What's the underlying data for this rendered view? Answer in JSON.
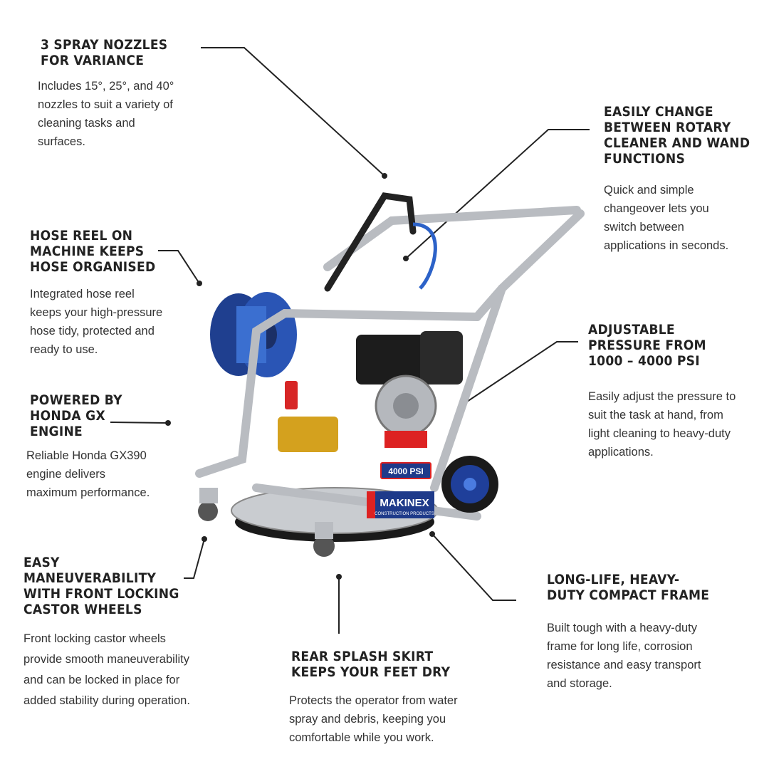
{
  "features": {
    "nozzles": {
      "heading": "3 SPRAY NOZZLES\nFOR VARIANCE",
      "desc": "Includes 15°, 25°, and 40°\nnozzles to suit a variety of\ncleaning tasks and\nsurfaces."
    },
    "rotary": {
      "heading": "EASILY CHANGE\nBETWEEN ROTARY\nCLEANER AND WAND\nFUNCTIONS",
      "desc": "Quick and simple\nchangeover lets you\nswitch between\napplications in seconds."
    },
    "hose_reel": {
      "heading": "HOSE REEL ON\nMACHINE KEEPS\nHOSE ORGANISED",
      "desc": "Integrated hose reel\nkeeps your high-pressure\nhose tidy, protected and\nready to use."
    },
    "pressure": {
      "heading": "ADJUSTABLE\nPRESSURE FROM\n1000 – 4000 PSI",
      "desc": "Easily adjust the pressure to\nsuit the task at hand, from\nlight cleaning to heavy-duty\napplications."
    },
    "engine": {
      "heading": "POWERED BY\nHONDA GX\nENGINE",
      "desc": "Reliable Honda GX390\nengine delivers\nmaximum performance."
    },
    "castor": {
      "heading": "EASY\nMANEUVERABILITY\nWITH FRONT LOCKING\nCASTOR WHEELS",
      "desc": "Front locking castor wheels\nprovide smooth maneuverability\nand can be locked in place for\nadded stability during operation."
    },
    "frame": {
      "heading": "LONG-LIFE, HEAVY-\nDUTY COMPACT FRAME",
      "desc": "Built tough with a heavy-duty\nframe for long life, corrosion\nresistance and easy transport\nand storage."
    },
    "skirt": {
      "heading": "REAR SPLASH SKIRT\nKEEPS YOUR FEET DRY",
      "desc": "Protects the operator from water\nspray and debris, keeping you\ncomfortable while you work."
    }
  },
  "machine": {
    "brand": "MAKINEX",
    "brand_sub": "CONSTRUCTION PRODUCTS",
    "pressure_badge": "4000 PSI"
  }
}
